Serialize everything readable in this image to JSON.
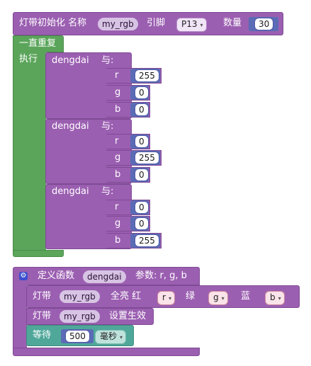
{
  "init_block": {
    "label": "灯带初始化 名称",
    "name": "my_rgb",
    "pin_label": "引脚",
    "pin": "P13",
    "count_label": "数量",
    "count": "30"
  },
  "loop_block": {
    "label": "一直重复",
    "do_label": "执行"
  },
  "calls": [
    {
      "fn": "dengdai",
      "with": "与:",
      "r_label": "r",
      "g_label": "g",
      "b_label": "b",
      "r": "255",
      "g": "0",
      "b": "0"
    },
    {
      "fn": "dengdai",
      "with": "与:",
      "r_label": "r",
      "g_label": "g",
      "b_label": "b",
      "r": "0",
      "g": "255",
      "b": "0"
    },
    {
      "fn": "dengdai",
      "with": "与:",
      "r_label": "r",
      "g_label": "g",
      "b_label": "b",
      "r": "0",
      "g": "0",
      "b": "255"
    }
  ],
  "def_block": {
    "label": "定义函数",
    "fn": "dengdai",
    "params_label": "参数: r, g, b",
    "line1": {
      "strip": "灯带",
      "name": "my_rgb",
      "all_on": "全亮 红",
      "r": "r",
      "green": "绿",
      "g": "g",
      "blue": "蓝",
      "b": "b"
    },
    "line2": {
      "strip": "灯带",
      "name": "my_rgb",
      "apply": "设置生效"
    },
    "wait": {
      "label": "等待",
      "value": "500",
      "unit": "毫秒"
    }
  },
  "icons": {
    "gear": "gear-icon",
    "dropdown": "chevron-down-icon"
  },
  "colors": {
    "purple": "#9b5fb1",
    "green": "#5ba55b",
    "blue": "#5b6bb5",
    "teal": "#4fa79a"
  }
}
